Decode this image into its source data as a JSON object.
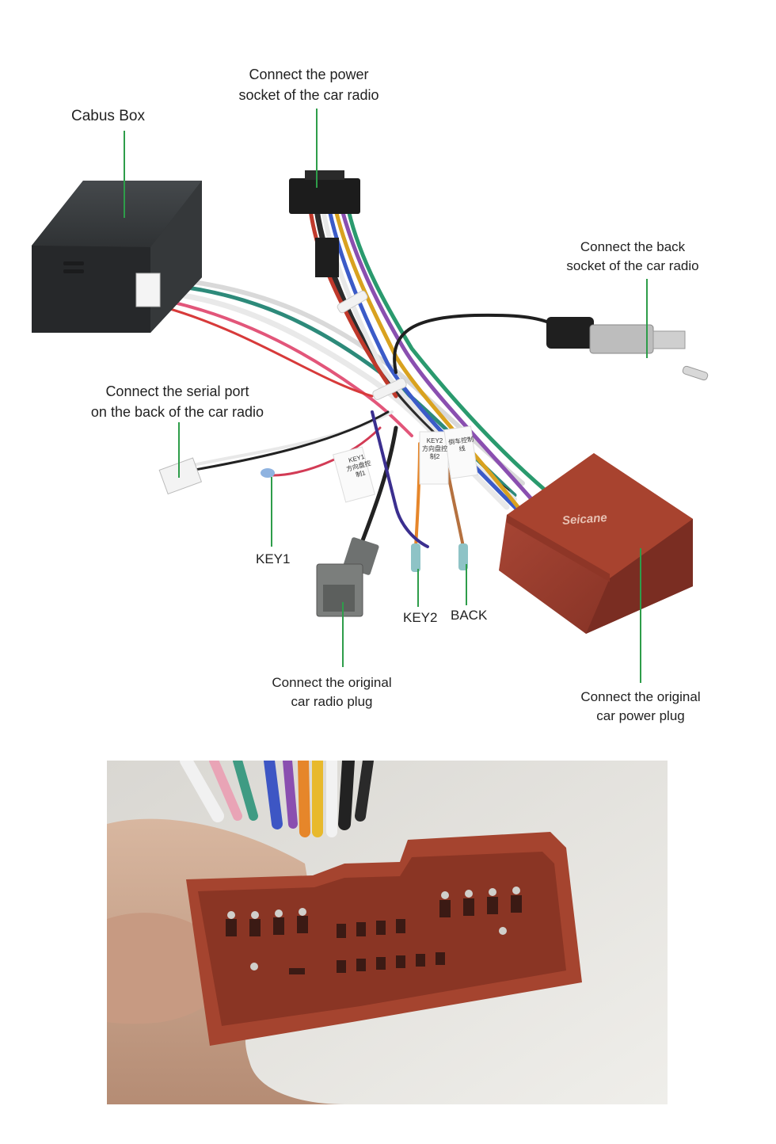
{
  "labels": {
    "cabus_box": "Cabus Box",
    "power_socket_1": "Connect the power",
    "power_socket_2": "socket of the car radio",
    "back_socket_1": "Connect the back",
    "back_socket_2": "socket of the car radio",
    "serial_port_1": "Connect the serial port",
    "serial_port_2": "on the back of the car radio",
    "key1": "KEY1",
    "key2": "KEY2",
    "back": "BACK",
    "radio_plug_1": "Connect the original",
    "radio_plug_2": "car radio plug",
    "power_plug_1": "Connect the original",
    "power_plug_2": "car power plug",
    "brand": "Seicane",
    "tag_key1_1": "KEY1",
    "tag_key1_2": "方向盘控制1",
    "tag_key2_1": "KEY2",
    "tag_key2_2": "方向盘控制2",
    "tag_back": "倒车控制线"
  },
  "colors": {
    "leader_line": "#2e9d4a",
    "connector_red": "#9a3b2c",
    "cabus_box": "#3a3d40"
  }
}
